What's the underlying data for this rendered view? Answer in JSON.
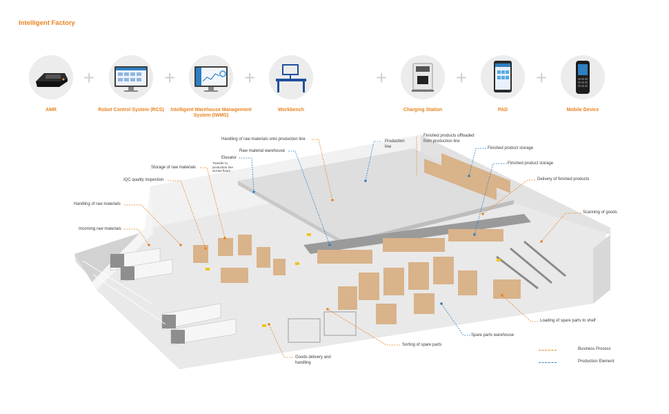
{
  "title": "Intelligent Factory",
  "components": [
    {
      "label": "AMR",
      "icon": "amr-robot-icon"
    },
    {
      "label": "Robot Control System (RCS)",
      "icon": "rcs-monitor-icon"
    },
    {
      "label": "Intelligent Warehouse Management System (IWMS)",
      "icon": "iwms-monitor-icon"
    },
    {
      "label": "Workbench",
      "icon": "workbench-icon"
    },
    {
      "label": "Charging Station",
      "icon": "charging-station-icon"
    },
    {
      "label": "PAD",
      "icon": "tablet-icon"
    },
    {
      "label": "Mobile Device",
      "icon": "handheld-scanner-icon"
    }
  ],
  "plus_symbol": "+",
  "callouts": {
    "handling_onto_line": "Handling of raw materials onto production line",
    "raw_material_warehouse": "Raw material warehouse",
    "elevator": "Elevator",
    "elevator_note": "Transfer to production line across floors",
    "storage_raw": "Storage of raw materials",
    "iqc": "IQC quality inspection",
    "handling_raw": "Handling of raw materials",
    "incoming_raw": "Incoming raw materials",
    "production_line": "Production line",
    "finished_offloaded": "Finished products offloaded from production line",
    "finished_storage_1": "Finished product storage",
    "finished_storage_2": "Finished product storage",
    "delivery_finished": "Delivery of finished products",
    "scanning": "Scanning of goods",
    "loading_spare": "Loading of spare parts to shelf",
    "spare_warehouse": "Spare parts warehouse",
    "sorting_spare": "Sorting of spare parts",
    "goods_delivery": "Goods delivery and handling"
  },
  "legend": [
    {
      "label": "Business Process",
      "color": "#e8821e"
    },
    {
      "label": "Production Element",
      "color": "#2f7fc1"
    }
  ],
  "colors": {
    "accent": "#e8821e",
    "blue": "#2f7fc1"
  }
}
